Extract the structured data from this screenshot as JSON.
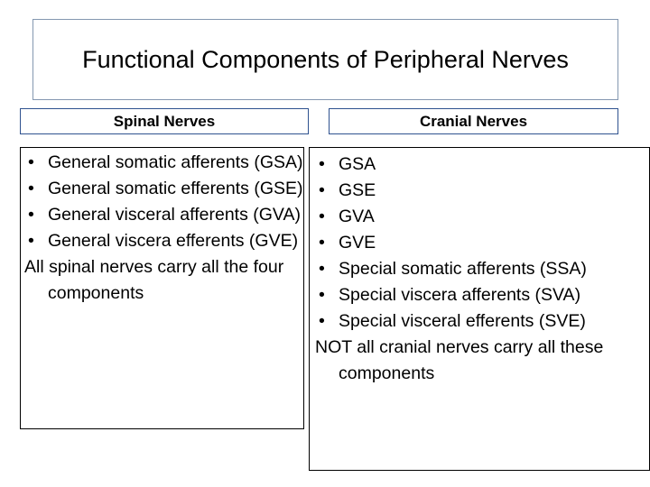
{
  "title": "Functional Components of Peripheral Nerves",
  "spinal": {
    "header": "Spinal Nerves",
    "items": [
      "General somatic afferents (GSA)",
      "General somatic efferents (GSE)",
      "General visceral afferents (GVA)",
      "General viscera efferents (GVE)"
    ],
    "note": "All spinal nerves carry all the four components"
  },
  "cranial": {
    "header": "Cranial Nerves",
    "items": [
      "GSA",
      "GSE",
      "GVA",
      "GVE",
      "Special somatic afferents (SSA)",
      "Special viscera afferents (SVA)",
      "Special visceral efferents (SVE)"
    ],
    "note": "NOT all cranial nerves carry all these components"
  },
  "bullet": "•",
  "colors": {
    "title_border": "#8497b0",
    "header_border": "#2f528f",
    "content_border": "#000000"
  }
}
